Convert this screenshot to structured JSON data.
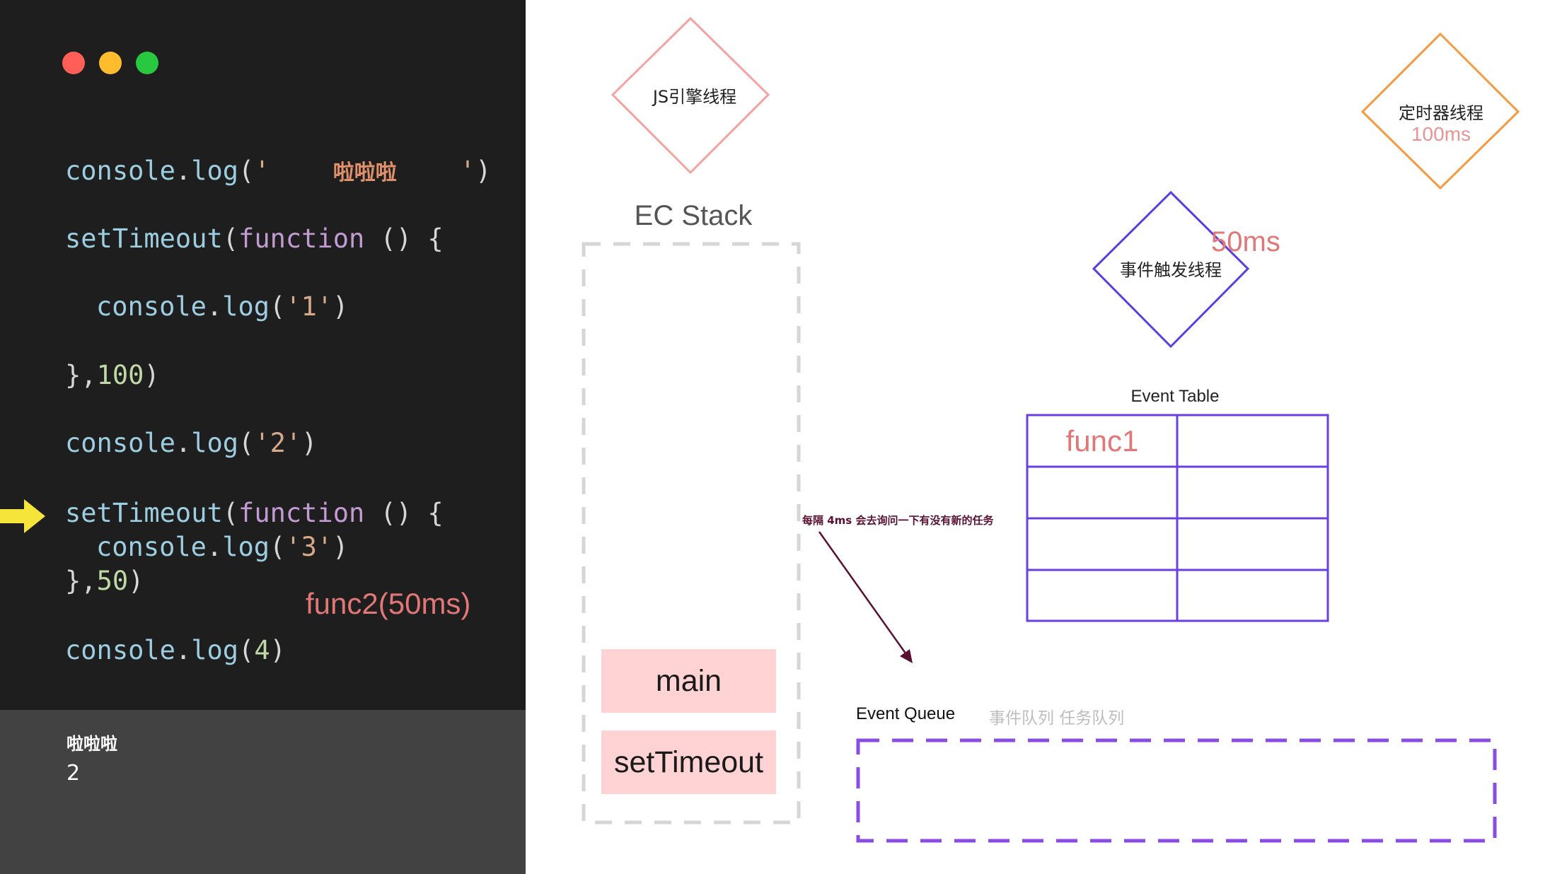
{
  "code": {
    "lines": [
      {
        "a": "console",
        "b": ".",
        "c": "log",
        "d": "(",
        "e": "'",
        "f": "啦啦啦",
        "g": "'",
        "h": ")"
      },
      {
        "a": "setTimeout",
        "b": "(",
        "c": "function",
        "d": " () {"
      },
      {
        "a": "console",
        "b": ".",
        "c": "log",
        "d": "(",
        "e": "'1'",
        "f": ")"
      },
      {
        "a": "},",
        "b": "100",
        "c": ")"
      },
      {
        "a": "console",
        "b": ".",
        "c": "log",
        "d": "(",
        "e": "'2'",
        "f": ")"
      },
      {
        "a": "setTimeout",
        "b": "(",
        "c": "function",
        "d": " () {"
      },
      {
        "a": "console",
        "b": ".",
        "c": "log",
        "d": "(",
        "e": "'3'",
        "f": ")"
      },
      {
        "a": "},",
        "b": "50",
        "c": ")"
      },
      {
        "a": "console",
        "b": ".",
        "c": "log",
        "d": "(",
        "e": "4",
        "f": ")"
      }
    ],
    "annotation": "func2(50ms)"
  },
  "console_output": [
    "啦啦啦",
    "2"
  ],
  "diagram": {
    "js_thread": "JS引擎线程",
    "timer_thread": {
      "name": "定时器线程",
      "delay": "100ms"
    },
    "event_thread": {
      "name": "事件触发线程",
      "delay": "50ms"
    },
    "ec_stack": {
      "title": "EC Stack",
      "frames": [
        "main",
        "setTimeout"
      ]
    },
    "event_table": {
      "title": "Event Table",
      "cells": [
        [
          "func1",
          ""
        ],
        [
          "",
          ""
        ],
        [
          "",
          ""
        ],
        [
          "",
          ""
        ]
      ]
    },
    "poll_note": "每隔 4ms 会去询问一下有没有新的任务",
    "event_queue": {
      "title": "Event Queue",
      "aliases": "事件队列  任务队列"
    }
  },
  "colors": {
    "code_bg": "#1e1e1e",
    "console_bg": "#424242",
    "mac_red": "#ff5f57",
    "mac_yellow": "#febc2e",
    "mac_green": "#28c840",
    "arrow_marker": "#f5e53a",
    "js_thread_stroke": "#f4a3a3",
    "timer_stroke": "#f59a3e",
    "event_thread_stroke": "#5b3fe0",
    "table_stroke": "#6a3fe0",
    "queue_stroke": "#8a4ce6",
    "stack_border": "#d6d6d6",
    "stack_frame_fill": "#ffd3d3",
    "accent_text": "#e27777",
    "poll_arrow": "#5a1030"
  }
}
